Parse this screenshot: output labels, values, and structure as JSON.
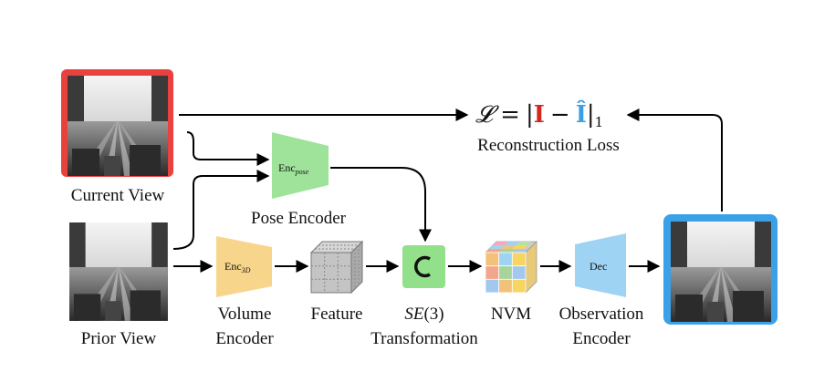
{
  "views": {
    "current_label": "Current View",
    "prior_label": "Prior View"
  },
  "loss": {
    "equation_lhs": "𝓛 =",
    "pipe": "|",
    "I": "I",
    "minus": "−",
    "I_hat": "Î",
    "sub": "1",
    "label": "Reconstruction Loss"
  },
  "pose_encoder": {
    "block_main": "Enc",
    "block_sub": "pose",
    "label": "Pose Encoder"
  },
  "volume_encoder": {
    "block_main": "Enc",
    "block_sub": "3D",
    "label_line1": "Volume",
    "label_line2": "Encoder"
  },
  "feature": {
    "label": "Feature"
  },
  "transformation": {
    "label_math": "SE",
    "label_paren": "(3)",
    "label_line2": "Transformation"
  },
  "nvm": {
    "label": "NVM"
  },
  "observation_encoder": {
    "block_text": "Dec",
    "label_line1": "Observation",
    "label_line2": "Encoder"
  },
  "colors": {
    "current_border": "#e8413e",
    "output_border": "#3aa0e8",
    "pose_block": "#9fe39a",
    "volume_block": "#f7d58a",
    "transform_block": "#93e08a",
    "decoder_block": "#9fd3f3",
    "loss_I": "#d4271f",
    "loss_Ihat": "#3b9ee6"
  }
}
